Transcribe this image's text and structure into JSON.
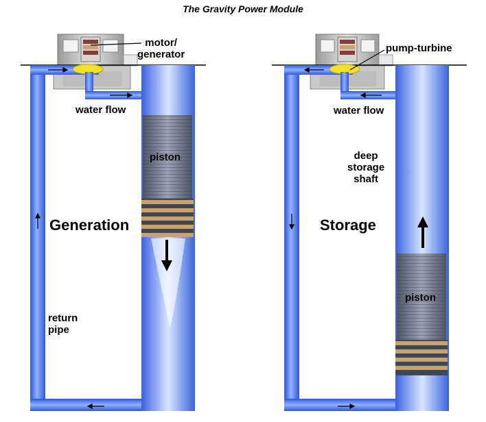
{
  "title": "The Gravity Power Module",
  "left_panel": {
    "mode": "Generation",
    "unit_label_line1": "motor/",
    "unit_label_line2": "generator",
    "flow_label": "water flow",
    "piston_label": "piston",
    "pipe_label_line1": "return",
    "pipe_label_line2": "pipe"
  },
  "right_panel": {
    "mode": "Storage",
    "unit_label": "pump-turbine",
    "flow_label": "water flow",
    "shaft_label_line1": "deep",
    "shaft_label_line2": "storage",
    "shaft_label_line3": "shaft",
    "piston_label": "piston"
  },
  "colors": {
    "water": "#4a73e8",
    "water_light": "#c9dcff",
    "piston": "#6f7a8c",
    "seal": "#c9a36a",
    "turbine": "#f2e12a"
  }
}
